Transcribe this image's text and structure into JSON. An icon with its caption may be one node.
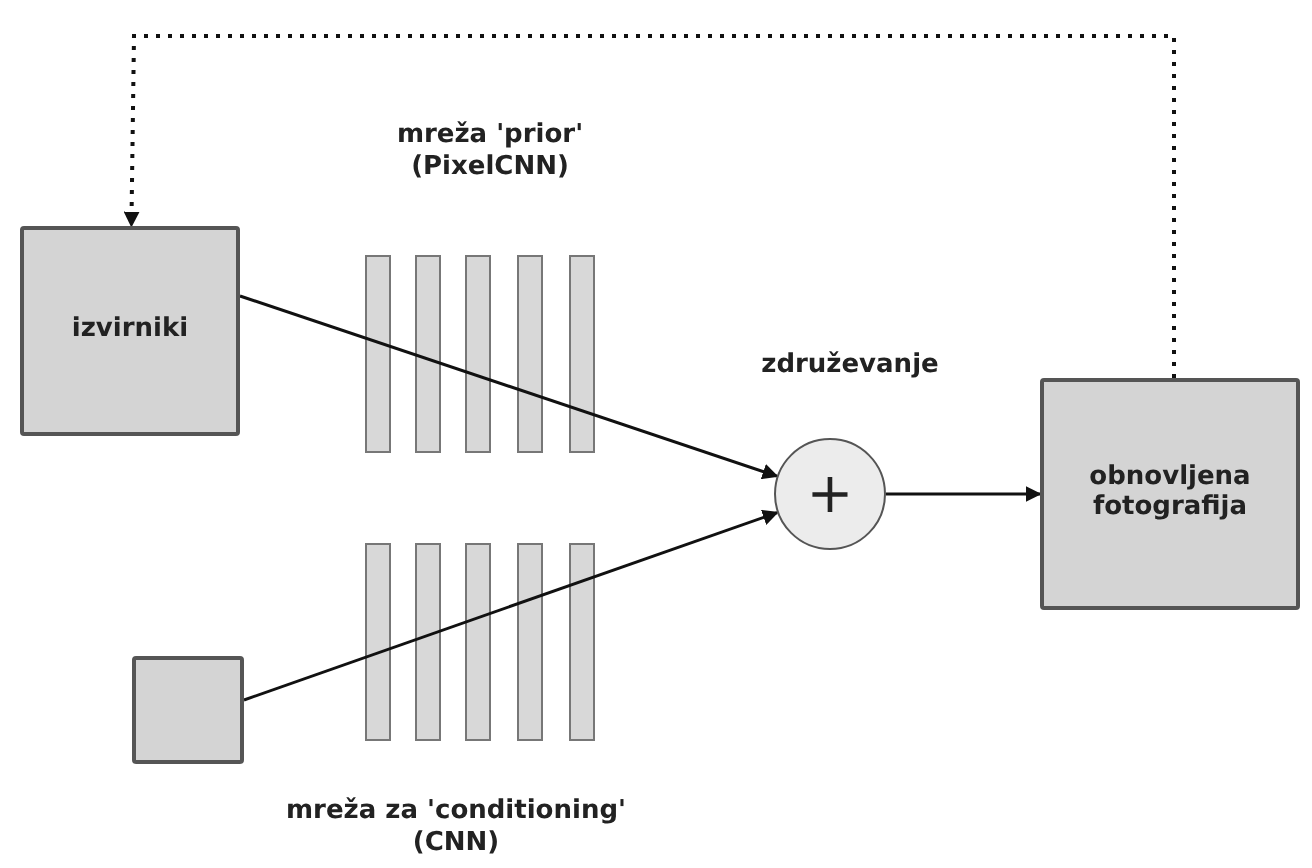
{
  "diagram": {
    "nodes": [
      {
        "text": [
          "izvirniki"
        ]
      },
      {
        "text": [],
        "shape": "box"
      },
      {
        "text": [
          "+"
        ],
        "beside": [
          "združevanje"
        ]
      },
      {
        "text": [
          "obnovljena fotografija"
        ]
      }
    ],
    "edges": [
      {
        "from": 0,
        "to": 2,
        "arrow": "to"
      },
      {
        "from": 1,
        "to": 2,
        "arrow": "to"
      },
      {
        "from": 2,
        "to": 3,
        "arrow": "to"
      },
      {
        "from": 3,
        "to": 0,
        "arrow": "to",
        "style": "dashed"
      }
    ],
    "labels": [
      "mreža 'prior' (PixelCNN)",
      "mreža za 'conditioning' (CNN)"
    ]
  }
}
